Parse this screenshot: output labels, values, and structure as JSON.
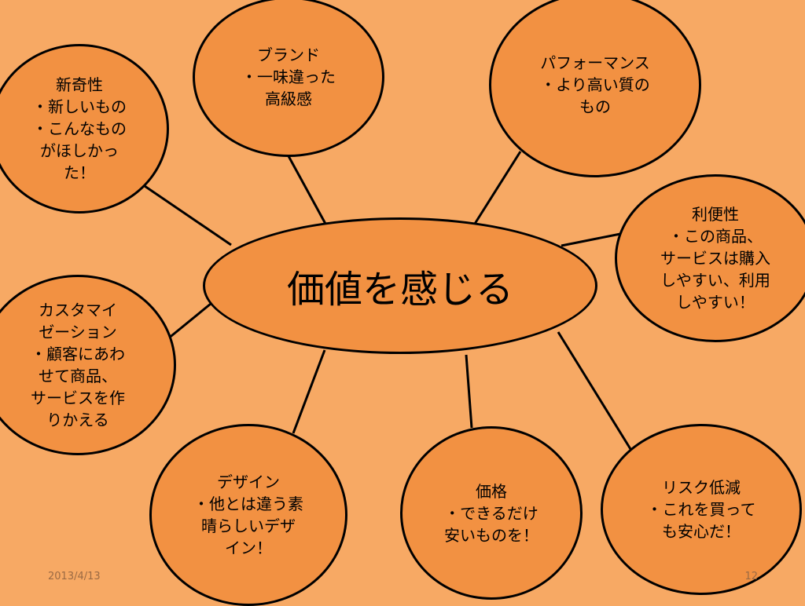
{
  "center": {
    "label": "価値を感じる"
  },
  "nodes": [
    {
      "id": "novelty",
      "lines": [
        "新奇性",
        "・新しいもの",
        "・こんなもの",
        "がほしかっ",
        "た！"
      ]
    },
    {
      "id": "brand",
      "lines": [
        "ブランド",
        "・一味違った",
        "高級感"
      ]
    },
    {
      "id": "performance",
      "lines": [
        "パフォーマンス",
        "・より高い質の",
        "もの"
      ]
    },
    {
      "id": "convenience",
      "lines": [
        "利便性",
        "・この商品、",
        "サービスは購入",
        "しやすい、利用",
        "しやすい！"
      ]
    },
    {
      "id": "customization",
      "lines": [
        "カスタマイ",
        "ゼーション",
        "・顧客にあわ",
        "せて商品、",
        "サービスを作",
        "りかえる"
      ]
    },
    {
      "id": "design",
      "lines": [
        "デザイン",
        "・他とは違う素",
        "晴らしいデザ",
        "イン！"
      ]
    },
    {
      "id": "price",
      "lines": [
        "価格",
        "・できるだけ",
        "安いものを！"
      ]
    },
    {
      "id": "risk",
      "lines": [
        "リスク低減",
        "・これを買って",
        "も安心だ！"
      ]
    }
  ],
  "footer": {
    "date": "2013/4/13",
    "page": "12"
  }
}
